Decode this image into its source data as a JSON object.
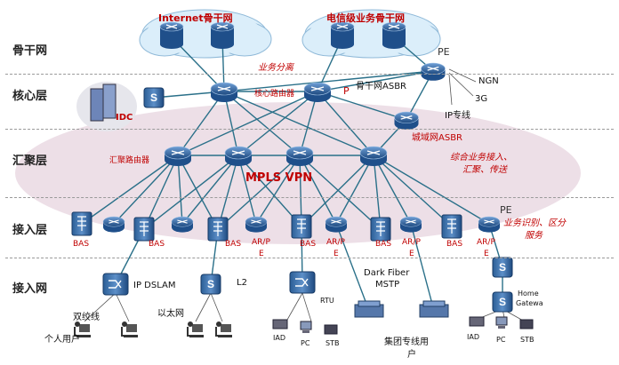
{
  "layers": {
    "backbone": "骨干网",
    "core": "核心层",
    "aggregation": "汇聚层",
    "access": "接入层",
    "access_net": "接入网"
  },
  "clouds": {
    "internet": "Internet骨干网",
    "telecom": "电信级业务骨干网"
  },
  "labels": {
    "pe_top": "PE",
    "ngn": "NGN",
    "three_g": "3G",
    "ip_line": "IP专线",
    "service_split": "业务分离",
    "core_router": "核心路由器",
    "p": "P",
    "backbone_asbr": "骨干网ASBR",
    "metro_asbr": "城域网ASBR",
    "idc": "IDC",
    "agg_router": "汇聚路由器",
    "mpls_vpn": "MPLS VPN",
    "integrated_access": "综合业务接入、",
    "aggregation_transport": "汇聚、传送",
    "pe_right": "PE",
    "service_identify": "业务识别、区分",
    "service_word": "服务",
    "bas": "BAS",
    "ar": "AR/P",
    "ar_e": "E",
    "ip_dslam": "IP DSLAM",
    "l2": "L2",
    "rtu": "RTU",
    "dark_fiber": "Dark Fiber",
    "mstp": "MSTP",
    "home_gateway_1": "Home",
    "home_gateway_2": "Gatewa",
    "twisted_pair": "双绞线",
    "ethernet": "以太网",
    "personal_user": "个人用户",
    "enterprise_line": "集团专线用",
    "enterprise_line_2": "户",
    "iad": "IAD",
    "pc": "PC",
    "stb": "STB"
  },
  "colors": {
    "router_body": "#1f4f8a",
    "router_top": "#4f86c6",
    "link": "#2a7089",
    "cloud": "#dbeefa",
    "cloud_edge": "#8fb9d8",
    "mpls_ellipse": "#ead9e3",
    "label_red": "#c00000"
  }
}
